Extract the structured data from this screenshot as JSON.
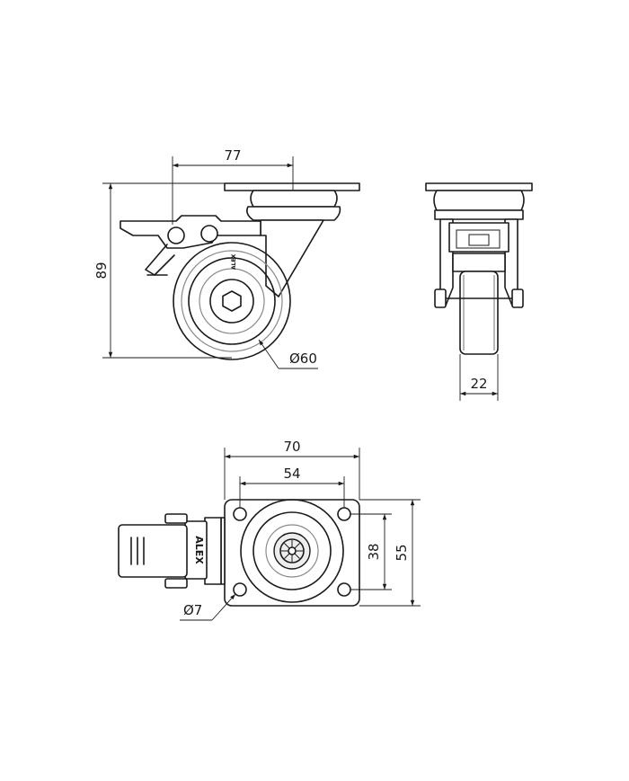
{
  "dimensions": {
    "side_width": "77",
    "total_height": "89",
    "wheel_diameter": "Ø60",
    "wheel_width": "22",
    "plate_width": "70",
    "hole_spacing_x": "54",
    "hole_spacing_y": "38",
    "plate_depth": "55",
    "hole_diameter": "Ø7"
  },
  "branding": {
    "top_logo": "ALEX",
    "side_logo": "ALEX"
  },
  "colors": {
    "line": "#1a1a1a",
    "secondary_line": "#8a8a8a",
    "background": "#ffffff"
  }
}
